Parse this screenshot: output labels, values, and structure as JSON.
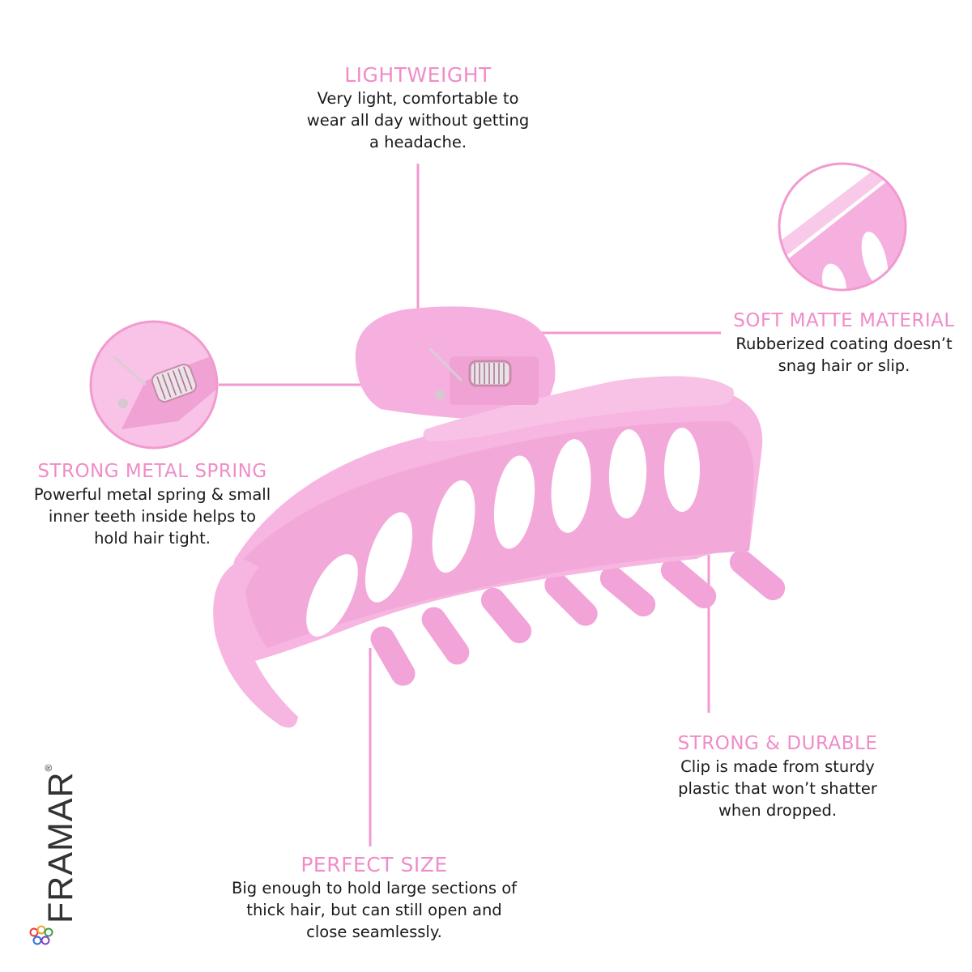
{
  "colors": {
    "accent": "#f08cc8",
    "clip": "#f7b3e0",
    "clip_shade": "#e99ad0",
    "text": "#1a1a1a"
  },
  "callouts": {
    "lightweight": {
      "title": "LIGHTWEIGHT",
      "desc": "Very light, comfortable to\nwear all day without getting\na headache."
    },
    "matte": {
      "title": "SOFT MATTE MATERIAL",
      "desc": "Rubberized coating doesn’t\nsnag hair or slip."
    },
    "spring": {
      "title": "STRONG METAL SPRING",
      "desc": "Powerful metal spring & small\ninner teeth inside helps to\nhold hair tight."
    },
    "durable": {
      "title": "STRONG & DURABLE",
      "desc": "Clip is made from sturdy\nplastic that won’t shatter\nwhen dropped."
    },
    "size": {
      "title": "PERFECT SIZE",
      "desc": "Big enough to hold large sections of\nthick hair, but can still open and\nclose seamlessly."
    }
  },
  "brand": {
    "name": "FRAMAR",
    "mark": "®"
  },
  "icons": [
    "claw-clip-image",
    "spring-zoom-icon",
    "matte-zoom-icon",
    "framar-logo-icon"
  ]
}
